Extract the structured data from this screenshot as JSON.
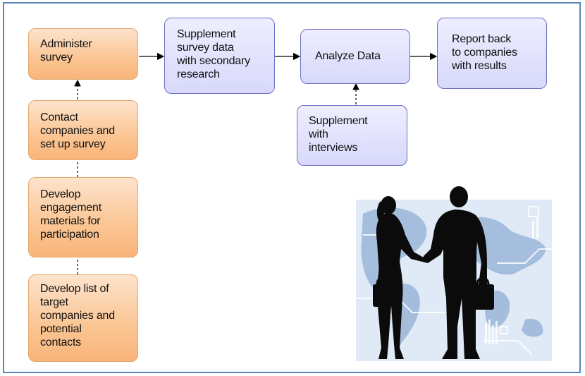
{
  "diagram": {
    "left_column": [
      {
        "id": "administer",
        "lines": [
          "Administer",
          "survey"
        ]
      },
      {
        "id": "contact",
        "lines": [
          "Contact",
          "companies and",
          "set up survey"
        ]
      },
      {
        "id": "develop_materials",
        "lines": [
          "Develop",
          "engagement",
          "materials for",
          "participation"
        ]
      },
      {
        "id": "develop_list",
        "lines": [
          "Develop list of",
          "target",
          "companies and",
          "potential",
          "contacts"
        ]
      }
    ],
    "top_row": [
      {
        "id": "supplement_secondary",
        "lines": [
          "Supplement",
          "survey data",
          "with secondary",
          "research"
        ]
      },
      {
        "id": "analyze",
        "lines": [
          "Analyze Data"
        ]
      },
      {
        "id": "report",
        "lines": [
          "Report back",
          "to companies",
          "with results"
        ]
      }
    ],
    "interviews": {
      "id": "interviews",
      "lines": [
        "Supplement",
        "with",
        "interviews"
      ]
    }
  },
  "illustration": {
    "name": "business-handshake-silhouette",
    "colors": {
      "sky": "#dfeaf6",
      "map": "#9fb9da",
      "silhouette": "#0b0b0b"
    }
  }
}
